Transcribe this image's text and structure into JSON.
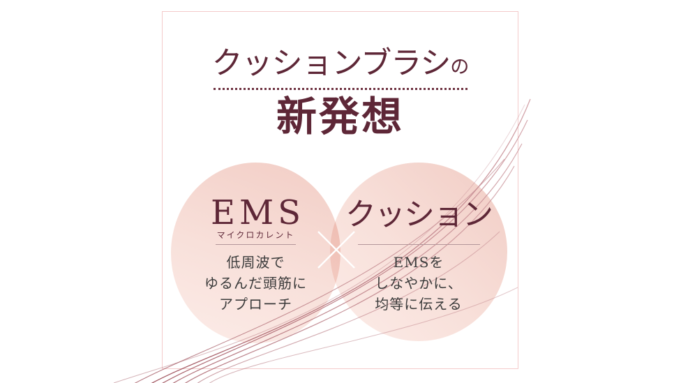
{
  "title": {
    "main": "クッションブラシ",
    "particle": "の",
    "subtitle": "新発想"
  },
  "left_circle": {
    "heading": "EMS",
    "subheading": "マイクロカレント",
    "lines": [
      "低周波で",
      "ゆるんだ頭筋に",
      "アプローチ"
    ]
  },
  "cross_symbol": "×",
  "right_circle": {
    "heading": "クッション",
    "lines": [
      "EMSを",
      "しなやかに、",
      "均等に伝える"
    ]
  },
  "colors": {
    "maroon_text": "#5e2737",
    "body_text": "#3b3b3b",
    "frame_border": "#f4caca",
    "dotted_divider": "#6d3140",
    "circle_gradient_start": "#f2cdc5",
    "circle_gradient_end": "#fcece8",
    "circle_divider": "#b3969a",
    "swoosh_dark": "#97424e",
    "swoosh_light": "#cf9ba1",
    "cross": "#ffffff"
  }
}
